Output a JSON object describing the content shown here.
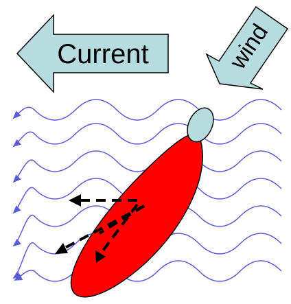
{
  "labels": {
    "current": "Current",
    "wind": "wind"
  },
  "colors": {
    "arrow_fill": "#b7dcdf",
    "arrow_stroke": "#000000",
    "wave_line": "#5b5bd6",
    "wave_arrowhead": "#5b5bd6",
    "body_fill": "#ff0000",
    "head_fill": "#b7dcdf",
    "force_arrow": "#000000",
    "background": "#ffffff"
  },
  "icons": {
    "current_arrow": "left-arrow-icon",
    "wind_arrow": "down-left-arrow-icon",
    "person_head": "head-oval",
    "kayak_body": "kayak-hull",
    "force_vectors": "dashed-force-arrows"
  }
}
